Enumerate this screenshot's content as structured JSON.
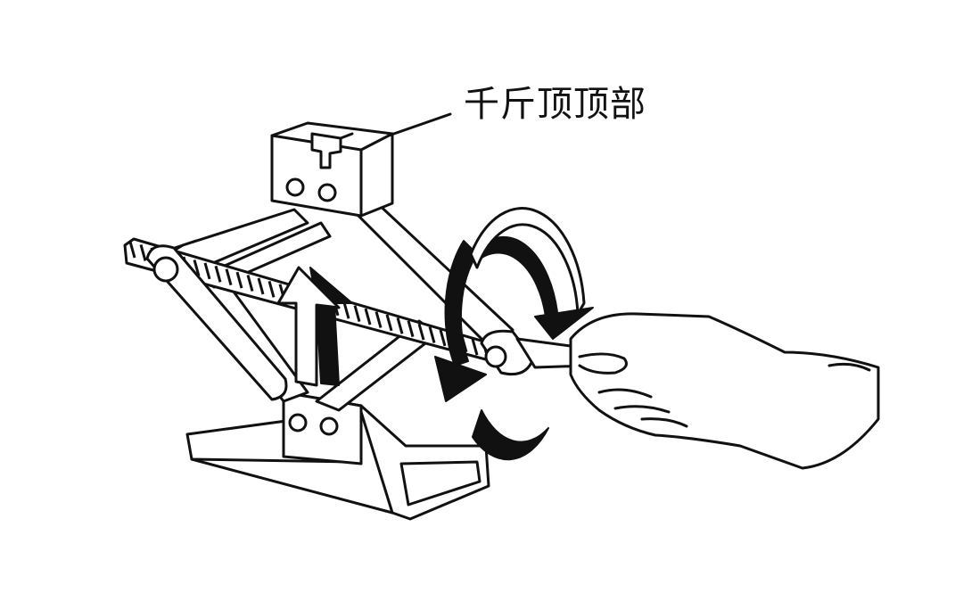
{
  "figure": {
    "callout_label": "千斤顶顶部",
    "line_color": "#111111",
    "background": "#ffffff",
    "icons": [
      "scissor-jack",
      "up-arrow-icon",
      "rotation-arrow-icon",
      "hand-crank"
    ]
  }
}
